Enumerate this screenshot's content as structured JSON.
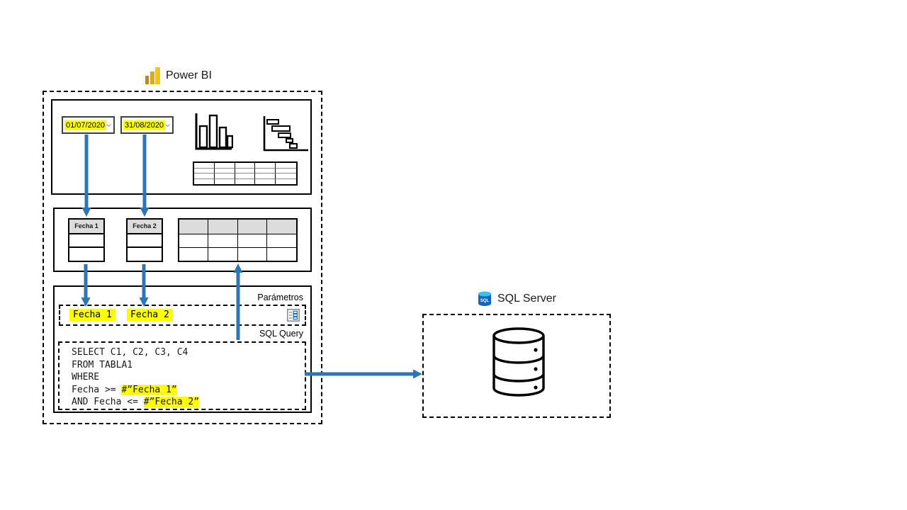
{
  "colors": {
    "arrow_blue": "#2E75B6",
    "highlight_yellow": "#FFFF00",
    "table_header_gray": "#DCDCDC"
  },
  "powerbi": {
    "title": "Power BI",
    "slicers": [
      {
        "value": "01/07/2020"
      },
      {
        "value": "31/08/2020"
      }
    ],
    "model_tables": [
      {
        "header": "Fecha 1"
      },
      {
        "header": "Fecha 2"
      }
    ],
    "params": {
      "label": "Parámetros",
      "items": [
        "Fecha 1",
        "Fecha 2"
      ]
    },
    "sql": {
      "label": "SQL Query",
      "line1": "SELECT C1, C2, C3, C4",
      "line2": "FROM TABLA1",
      "line3": "WHERE",
      "line4_pre": "Fecha >= ",
      "line4_hl": "#”Fecha 1”",
      "line5_pre": "AND Fecha <= ",
      "line5_hl": "#”Fecha 2”"
    }
  },
  "sqlserver": {
    "title": "SQL Server",
    "logo_text": "SQL"
  },
  "icons": {
    "powerbi_logo": "powerbi-bars",
    "sqlserver_logo": "sql-cylinder",
    "slicer_chevron": "chevron-down",
    "bar_chart": "column-chart",
    "gantt_chart": "gantt-chart",
    "report_table": "table-grid",
    "params_icon": "parameter-list",
    "database": "database-cylinder"
  }
}
